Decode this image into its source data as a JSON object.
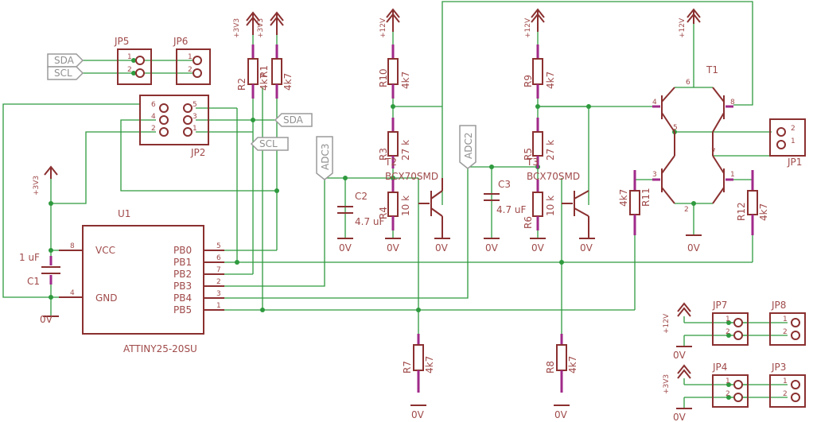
{
  "nets": {
    "p12": "+12V",
    "p33": "+3V3",
    "gnd": "0V",
    "sda": "SDA",
    "scl": "SCL",
    "adc3": "ADC3",
    "adc2": "ADC2"
  },
  "u1": {
    "name": "U1",
    "part": "ATTINY25-20SU",
    "left_pins": [
      {
        "num": "8",
        "name": "VCC"
      },
      {
        "num": "4",
        "name": "GND"
      }
    ],
    "right_pins": [
      {
        "num": "5",
        "name": "PB0"
      },
      {
        "num": "6",
        "name": "PB1"
      },
      {
        "num": "7",
        "name": "PB2"
      },
      {
        "num": "2",
        "name": "PB3"
      },
      {
        "num": "3",
        "name": "PB4"
      },
      {
        "num": "1",
        "name": "PB5"
      }
    ]
  },
  "c1": {
    "name": "C1",
    "value": "1 uF"
  },
  "c2": {
    "name": "C2",
    "value": "4.7 uF"
  },
  "c3": {
    "name": "C3",
    "value": "4.7 uF"
  },
  "r2": {
    "name": "R2",
    "value": "4k7"
  },
  "r1": {
    "name": "R1",
    "value": "4k7"
  },
  "r10": {
    "name": "R10",
    "value": "4k7"
  },
  "r3": {
    "name": "R3",
    "value": "27 k"
  },
  "r4": {
    "name": "R4",
    "value": "10 k"
  },
  "r9": {
    "name": "R9",
    "value": "4k7"
  },
  "r5": {
    "name": "R5",
    "value": "27 k"
  },
  "r6": {
    "name": "R6",
    "value": "10 k"
  },
  "r7": {
    "name": "R7",
    "value": "4k7"
  },
  "r8": {
    "name": "R8",
    "value": "4k7"
  },
  "r11": {
    "name": "R11",
    "value": "4k7"
  },
  "r12": {
    "name": "R12",
    "value": "4k7"
  },
  "t2": {
    "name": "T2",
    "part": "BCX70SMD"
  },
  "t3": {
    "name": "T3",
    "part": "BCX70SMD"
  },
  "t1": {
    "name": "T1",
    "pins": {
      "p1": "1",
      "p2": "2",
      "p3": "3",
      "p4": "4",
      "p5": "5",
      "p6": "6",
      "p7": "7",
      "p8": "8"
    }
  },
  "headers": {
    "jp1": {
      "name": "JP1",
      "pins": [
        "2",
        "1"
      ]
    },
    "jp2": {
      "name": "JP2",
      "left": [
        "6",
        "4",
        "2"
      ],
      "right": [
        "5",
        "3",
        "1"
      ]
    },
    "jp3": {
      "name": "JP3",
      "pins": [
        "1",
        "2"
      ]
    },
    "jp4": {
      "name": "JP4",
      "pins": [
        "1",
        "2"
      ]
    },
    "jp5": {
      "name": "JP5",
      "pins": [
        "1",
        "2"
      ]
    },
    "jp6": {
      "name": "JP6",
      "pins": [
        "1",
        "2"
      ]
    },
    "jp7": {
      "name": "JP7",
      "pins": [
        "1",
        "2"
      ]
    },
    "jp8": {
      "name": "JP8",
      "pins": [
        "1",
        "2"
      ]
    }
  },
  "colors": {
    "wire": "#2e9a3e",
    "part": "#8b3030",
    "pin": "#a02a8a",
    "label_text": "#a04a4a",
    "net_flag": "#9a9a9a"
  }
}
